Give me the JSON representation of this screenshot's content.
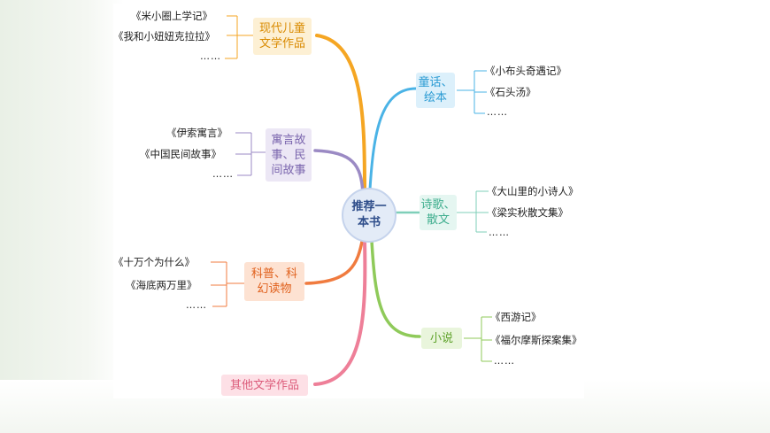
{
  "center": {
    "label": "推荐一\n本书"
  },
  "left_branches": [
    {
      "label": "现代儿童\n文学作品",
      "items": [
        "《米小圈上学记》",
        "《我和小妞妞克拉拉》"
      ],
      "more": "……"
    },
    {
      "label": "寓言故\n事、民\n间故事",
      "items": [
        "《伊索寓言》",
        "《中国民间故事》"
      ],
      "more": "……"
    },
    {
      "label": "科普、科\n幻读物",
      "items": [
        "《十万个为什么》",
        "《海底两万里》"
      ],
      "more": "……"
    },
    {
      "label": "其他文学作品"
    }
  ],
  "right_branches": [
    {
      "label": "童话、\n绘本",
      "items": [
        "《小布头奇遇记》",
        "《石头汤》"
      ],
      "more": "……"
    },
    {
      "label": "诗歌、\n散文",
      "items": [
        "《大山里的小诗人》",
        "《梁实秋散文集》"
      ],
      "more": "……"
    },
    {
      "label": "小说",
      "items": [
        "《西游记》",
        "《福尔摩斯探案集》"
      ],
      "more": "……"
    }
  ],
  "colors": {
    "orange": "#f5a623",
    "purple": "#9b8ac4",
    "coral": "#f07b3f",
    "pink": "#ee7f98",
    "blue": "#4ab3e6",
    "teal": "#7fcfb9",
    "green": "#8fca5a"
  }
}
